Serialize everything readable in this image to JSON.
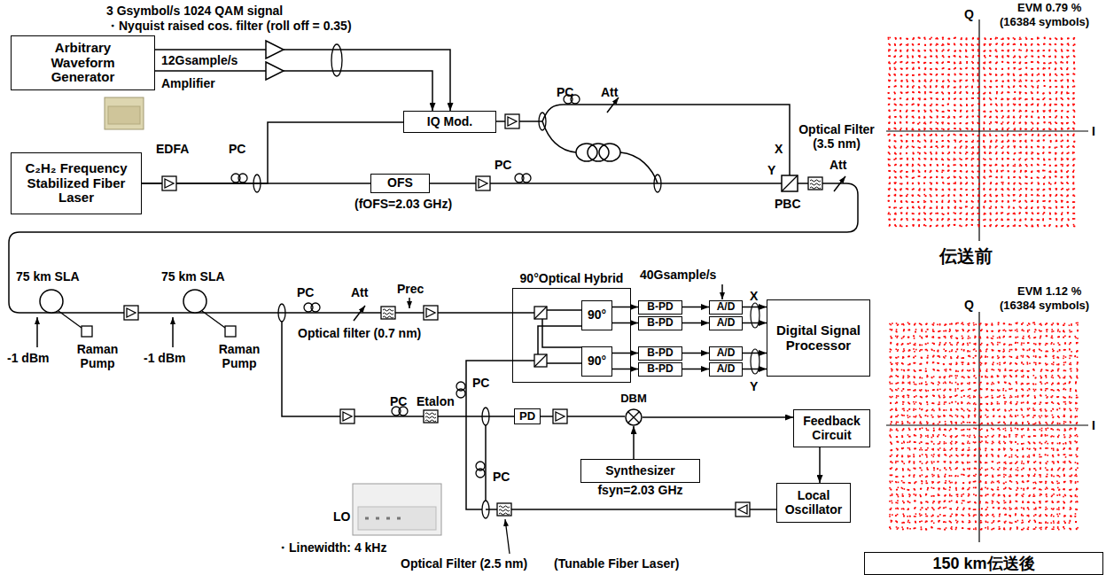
{
  "diagram": {
    "nodes": [
      {
        "text": [
          "Arbitrary Waveform Generator"
        ]
      },
      {
        "text": [
          "IQ Mod."
        ]
      },
      {
        "text": [
          "C₂H₂ Frequency Stabilized Fiber Laser"
        ]
      },
      {
        "text": [
          "OFS"
        ]
      },
      {
        "text": [
          "90°Optical Hybrid"
        ]
      },
      {
        "text": [
          "90°"
        ],
        "in": 4
      },
      {
        "text": [
          "90°"
        ],
        "in": 4
      },
      {
        "text": [
          "B-PD"
        ]
      },
      {
        "text": [
          "B-PD"
        ]
      },
      {
        "text": [
          "B-PD"
        ]
      },
      {
        "text": [
          "B-PD"
        ]
      },
      {
        "text": [
          "A/D"
        ]
      },
      {
        "text": [
          "A/D"
        ]
      },
      {
        "text": [
          "A/D"
        ]
      },
      {
        "text": [
          "A/D"
        ]
      },
      {
        "text": [
          "Digital Signal Processor"
        ]
      },
      {
        "text": [
          "PD"
        ]
      },
      {
        "text": [
          "DBM"
        ]
      },
      {
        "text": [
          "Feedback Circuit"
        ]
      },
      {
        "text": [
          "Synthesizer",
          "fsyn=2.03 GHz"
        ]
      },
      {
        "text": [
          "Local Oscillator"
        ]
      },
      {
        "text": [
          "150 km伝送後"
        ]
      }
    ],
    "edges": [
      {
        "from": 0,
        "to": 1,
        "arrow": "to"
      },
      {
        "from": 0,
        "to": 1,
        "arrow": "to"
      },
      {
        "from": 2,
        "to": 1,
        "arrow": "none"
      },
      {
        "from": 2,
        "to": 3,
        "arrow": "none"
      },
      {
        "from": 5,
        "to": 7,
        "arrow": "to"
      },
      {
        "from": 5,
        "to": 8,
        "arrow": "to"
      },
      {
        "from": 6,
        "to": 9,
        "arrow": "to"
      },
      {
        "from": 6,
        "to": 10,
        "arrow": "to"
      },
      {
        "from": 7,
        "to": 11,
        "arrow": "to"
      },
      {
        "from": 8,
        "to": 12,
        "arrow": "to"
      },
      {
        "from": 9,
        "to": 13,
        "arrow": "to"
      },
      {
        "from": 10,
        "to": 14,
        "arrow": "to"
      },
      {
        "from": 11,
        "to": 15,
        "arrow": "to"
      },
      {
        "from": 12,
        "to": 15,
        "arrow": "to"
      },
      {
        "from": 13,
        "to": 15,
        "arrow": "to"
      },
      {
        "from": 14,
        "to": 15,
        "arrow": "to"
      },
      {
        "from": 16,
        "to": 17,
        "arrow": "none"
      },
      {
        "from": 19,
        "to": 17,
        "arrow": "to"
      },
      {
        "from": 17,
        "to": 18,
        "arrow": "to"
      },
      {
        "from": 18,
        "to": 20,
        "arrow": "to"
      }
    ],
    "labels": [
      "3 Gsymbol/s 1024 QAM signal",
      "・Nyquist raised cos. filter (roll off = 0.35)",
      "12Gsample/s",
      "Amplifier",
      "EDFA",
      "PC",
      "PC",
      "Att",
      "(fOFS=2.03 GHz)",
      "PC",
      "X",
      "Y",
      "PBC",
      "Optical Filter (3.5 nm)",
      "Att",
      "75 km SLA",
      "75 km SLA",
      "-1 dBm",
      "Raman Pump",
      "-1 dBm",
      "Raman Pump",
      "PC",
      "Att",
      "Optical filter (0.7 nm)",
      "Prec",
      "40Gsample/s",
      "X",
      "Y",
      "PC",
      "PC",
      "Etalon",
      "LO",
      "・Linewidth: 4 kHz",
      "PC",
      "Optical Filter (2.5 nm)",
      "(Tunable Fiber Laser)",
      "Q",
      "EVM 0.79 %",
      "(16384 symbols)",
      "I",
      "伝送前",
      "Q",
      "EVM 1.12 %",
      "(16384 symbols)",
      "I"
    ]
  }
}
